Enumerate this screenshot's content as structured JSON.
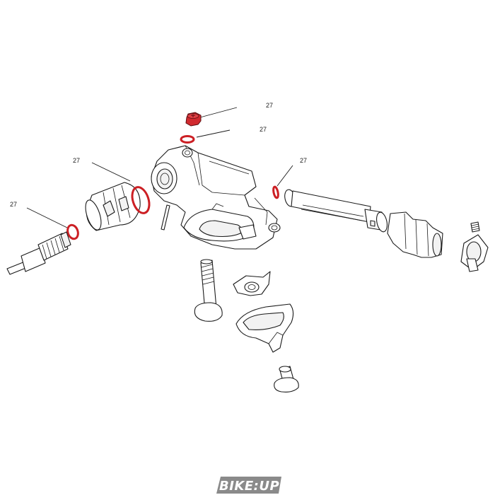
{
  "callouts": [
    {
      "id": "callout-1",
      "text": "27"
    },
    {
      "id": "callout-2",
      "text": "27"
    },
    {
      "id": "callout-3",
      "text": "27"
    },
    {
      "id": "callout-4",
      "text": "27"
    },
    {
      "id": "callout-5",
      "text": "27"
    }
  ],
  "watermark": {
    "text": "BIKE:UP"
  },
  "colors": {
    "highlight": "#cc1f24",
    "outline": "#1a1a1a",
    "background": "#ffffff"
  }
}
